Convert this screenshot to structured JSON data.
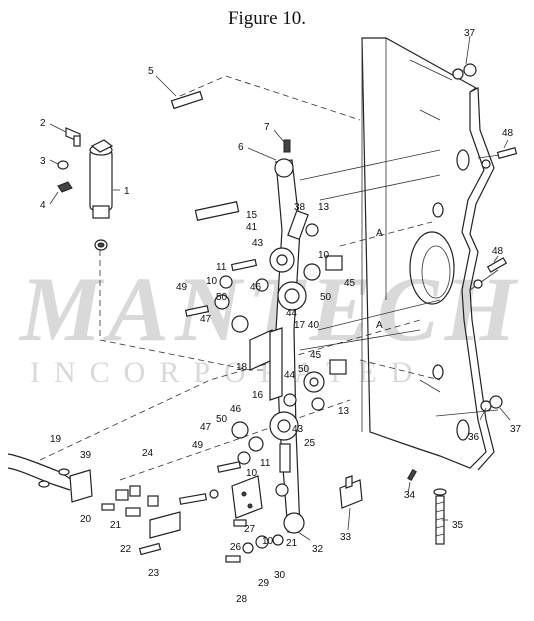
{
  "figure": {
    "title": "Figure 10."
  },
  "watermark": {
    "text": "MANTECH",
    "subtext": "INCORPORATED"
  },
  "callouts": {
    "c1": "1",
    "c2": "2",
    "c3": "3",
    "c4": "4",
    "c5": "5",
    "c6": "6",
    "c7": "7",
    "c10a": "10",
    "c10b": "10",
    "c10c": "10",
    "c10d": "10",
    "c11a": "11",
    "c11b": "11",
    "c13a": "13",
    "c13b": "13",
    "c15": "15",
    "c41a": "41",
    "c16": "16",
    "c17_40": "17 40",
    "c18": "18",
    "c19": "19",
    "c20": "20",
    "c21a": "21",
    "c21b": "21",
    "c22": "22",
    "c23": "23",
    "c24": "24",
    "c25": "25",
    "c26": "26",
    "c27": "27",
    "c28": "28",
    "c29": "29",
    "c30": "30",
    "c32": "32",
    "c33": "33",
    "c34": "34",
    "c35": "35",
    "c36": "36",
    "c37a": "37",
    "c37b": "37",
    "c38": "38",
    "c39": "39",
    "c43a": "43",
    "c43b": "43",
    "c44a": "44",
    "c44b": "44",
    "c45a": "45",
    "c45b": "45",
    "c46a": "46",
    "c46b": "46",
    "c47a": "47",
    "c47b": "47",
    "c48a": "48",
    "c48b": "48",
    "c49a": "49",
    "c49b": "49",
    "c50a": "50",
    "c50b": "50",
    "c50c": "50",
    "c50d": "50",
    "cA1": "A",
    "cA2": "A"
  }
}
